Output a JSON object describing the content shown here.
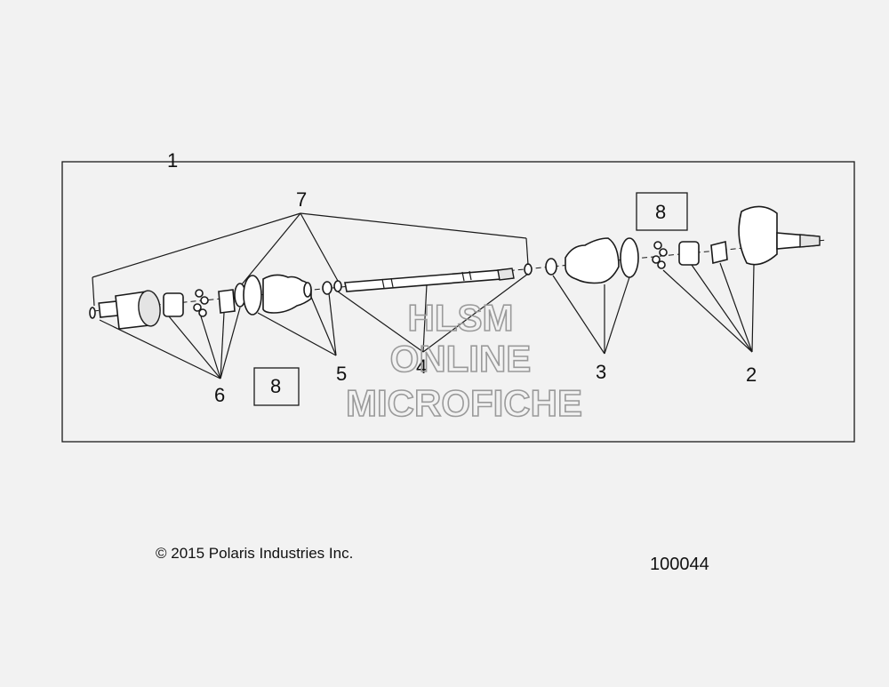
{
  "diagram": {
    "assembly_label": "1",
    "callouts": [
      "2",
      "3",
      "4",
      "5",
      "6",
      "7"
    ],
    "kit_boxes": [
      "8",
      "8"
    ]
  },
  "watermark": {
    "line1": "HLSM",
    "line2": "ONLINE",
    "line3": "MICROFICHE"
  },
  "footer": {
    "copyright": "© 2015 Polaris Industries Inc.",
    "figure_number": "100044"
  }
}
